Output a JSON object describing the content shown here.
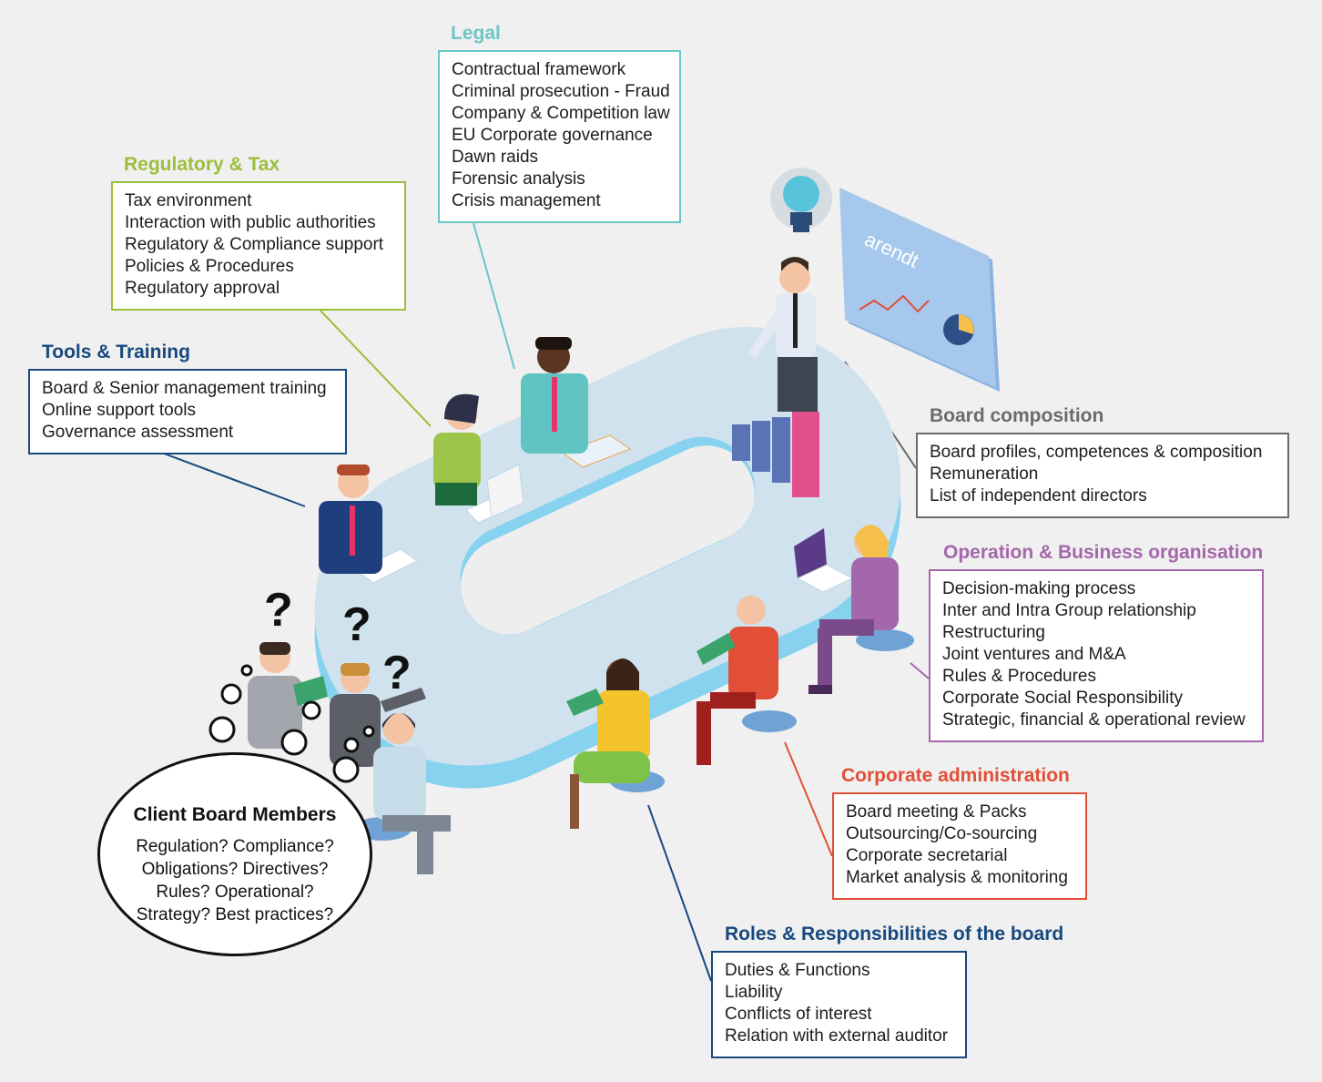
{
  "legal": {
    "title": "Legal",
    "items": [
      "Contractual framework",
      "Criminal prosecution - Fraud",
      "Company & Competition law",
      "EU Corporate governance",
      "Dawn raids",
      "Forensic analysis",
      "Crisis management"
    ]
  },
  "regulatory": {
    "title": "Regulatory & Tax",
    "items": [
      "Tax environment",
      "Interaction with public authorities",
      "Regulatory & Compliance support",
      "Policies & Procedures",
      "Regulatory approval"
    ]
  },
  "tools": {
    "title": "Tools & Training",
    "items": [
      "Board & Senior management training",
      "Online support tools",
      "Governance assessment"
    ]
  },
  "board_composition": {
    "title": "Board composition",
    "items": [
      "Board profiles, competences & composition",
      "Remuneration",
      "List of independent directors"
    ]
  },
  "operation": {
    "title": "Operation & Business organisation",
    "items": [
      "Decision-making process",
      "Inter and Intra Group relationship",
      "Restructuring",
      "Joint ventures and M&A",
      "Rules & Procedures",
      "Corporate Social Responsibility",
      "Strategic, financial & operational review"
    ]
  },
  "corporate_admin": {
    "title": "Corporate administration",
    "items": [
      "Board meeting & Packs",
      "Outsourcing/Co-sourcing",
      "Corporate secretarial",
      "Market analysis & monitoring"
    ]
  },
  "roles": {
    "title": "Roles & Responsibilities of the board",
    "items": [
      "Duties & Functions",
      "Liability",
      "Conflicts of interest",
      "Relation with external auditor"
    ]
  },
  "client_bubble": {
    "title": "Client Board Members",
    "lines": [
      "Regulation? Compliance?",
      "Obligations? Directives?",
      "Rules? Operational?",
      "Strategy? Best practices?"
    ]
  },
  "screen": {
    "logo_text": "arendt"
  },
  "question_mark": "?",
  "colors": {
    "legal": "#6cc5c6",
    "regulatory": "#9cbe3c",
    "tools": "#17487e",
    "board_composition": "#6b6b6b",
    "operation": "#a467ab",
    "corporate_admin": "#e04f36",
    "roles": "#17487e"
  }
}
